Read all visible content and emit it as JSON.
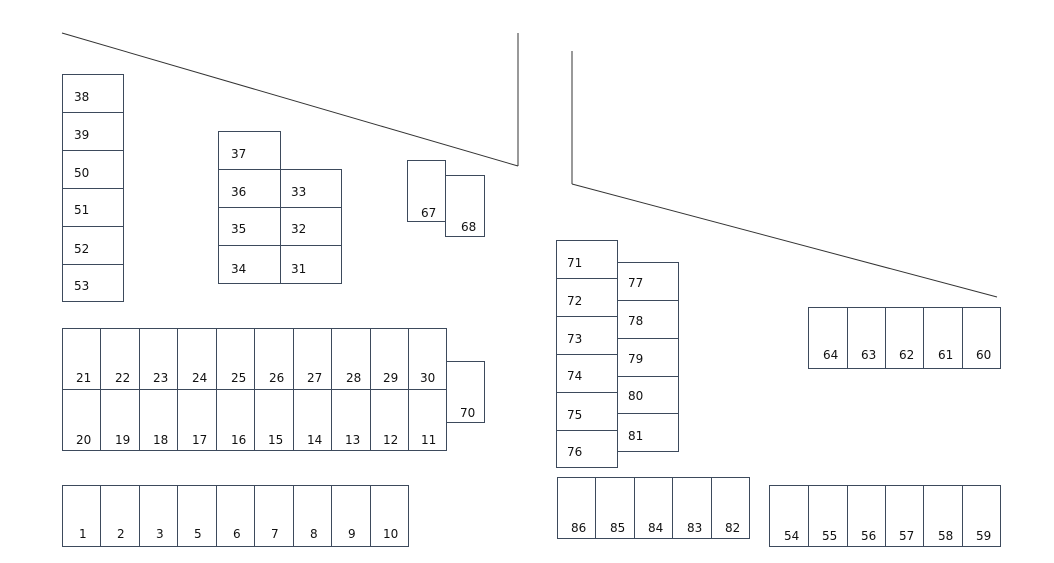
{
  "colors": {
    "outline": "#3d4a5c",
    "wall": "#333333",
    "background": "#ffffff"
  },
  "stalls": {
    "s1": "1",
    "s2": "2",
    "s3": "3",
    "s5": "5",
    "s6": "6",
    "s7": "7",
    "s8": "8",
    "s9": "9",
    "s10": "10",
    "s11": "11",
    "s12": "12",
    "s13": "13",
    "s14": "14",
    "s15": "15",
    "s16": "16",
    "s17": "17",
    "s18": "18",
    "s19": "19",
    "s20": "20",
    "s21": "21",
    "s22": "22",
    "s23": "23",
    "s24": "24",
    "s25": "25",
    "s26": "26",
    "s27": "27",
    "s28": "28",
    "s29": "29",
    "s30": "30",
    "s31": "31",
    "s32": "32",
    "s33": "33",
    "s34": "34",
    "s35": "35",
    "s36": "36",
    "s37": "37",
    "s38": "38",
    "s39": "39",
    "s50": "50",
    "s51": "51",
    "s52": "52",
    "s53": "53",
    "s54": "54",
    "s55": "55",
    "s56": "56",
    "s57": "57",
    "s58": "58",
    "s59": "59",
    "s60": "60",
    "s61": "61",
    "s62": "62",
    "s63": "63",
    "s64": "64",
    "s67": "67",
    "s68": "68",
    "s70": "70",
    "s71": "71",
    "s72": "72",
    "s73": "73",
    "s74": "74",
    "s75": "75",
    "s76": "76",
    "s77": "77",
    "s78": "78",
    "s79": "79",
    "s80": "80",
    "s81": "81",
    "s82": "82",
    "s83": "83",
    "s84": "84",
    "s85": "85",
    "s86": "86"
  }
}
